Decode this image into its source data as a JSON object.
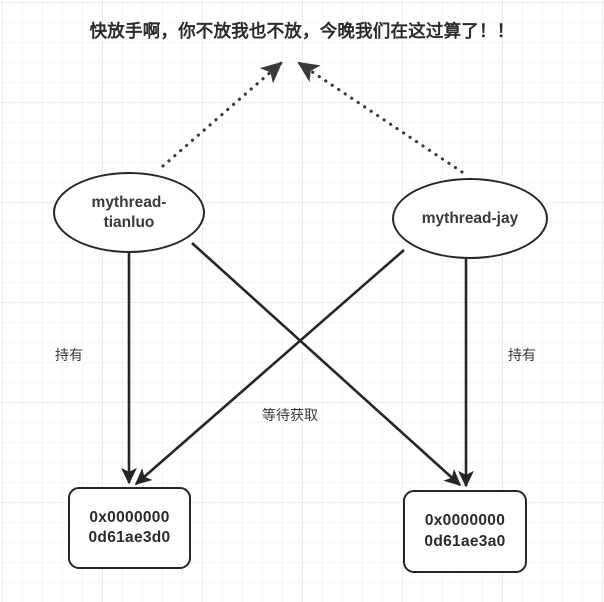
{
  "diagram": {
    "title": "快放手啊，你不放我也不放，今晚我们在这过算了！！",
    "type": "deadlock-graph",
    "colors": {
      "stroke": "#262626",
      "text": "#2b2b2b",
      "background": "#ffffff",
      "grid": "#ececec"
    },
    "nodes": [
      {
        "id": "thread-tianluo",
        "shape": "ellipse",
        "label": "mythread-tianluo",
        "label_line1": "mythread-",
        "label_line2": "tianluo"
      },
      {
        "id": "thread-jay",
        "shape": "ellipse",
        "label": "mythread-jay",
        "label_line1": "mythread-jay",
        "label_line2": ""
      },
      {
        "id": "lock-d0",
        "shape": "rounded-box",
        "label": "0x00000000d61ae3d0",
        "label_line1": "0x0000000",
        "label_line2": "0d61ae3d0"
      },
      {
        "id": "lock-a0",
        "shape": "rounded-box",
        "label": "0x00000000d61ae3a0",
        "label_line1": "0x0000000",
        "label_line2": "0d61ae3a0"
      }
    ],
    "edges": [
      {
        "id": "tianluo-holds-d0",
        "from": "thread-tianluo",
        "to": "lock-d0",
        "label": "持有",
        "style": "solid",
        "arrow": "end"
      },
      {
        "id": "jay-holds-a0",
        "from": "thread-jay",
        "to": "lock-a0",
        "label": "持有",
        "style": "solid",
        "arrow": "end"
      },
      {
        "id": "tianluo-waits-a0",
        "from": "thread-tianluo",
        "to": "lock-a0",
        "label": "等待获取",
        "style": "solid",
        "arrow": "end"
      },
      {
        "id": "jay-waits-d0",
        "from": "thread-jay",
        "to": "lock-d0",
        "label": "",
        "style": "solid",
        "arrow": "end"
      },
      {
        "id": "tianluo-callout",
        "from": "thread-tianluo",
        "to": "title",
        "label": "",
        "style": "dotted",
        "arrow": "end"
      },
      {
        "id": "jay-callout",
        "from": "thread-jay",
        "to": "title",
        "label": "",
        "style": "dotted",
        "arrow": "end"
      }
    ],
    "labels": {
      "hold_left": "持有",
      "hold_right": "持有",
      "wait": "等待获取"
    }
  }
}
